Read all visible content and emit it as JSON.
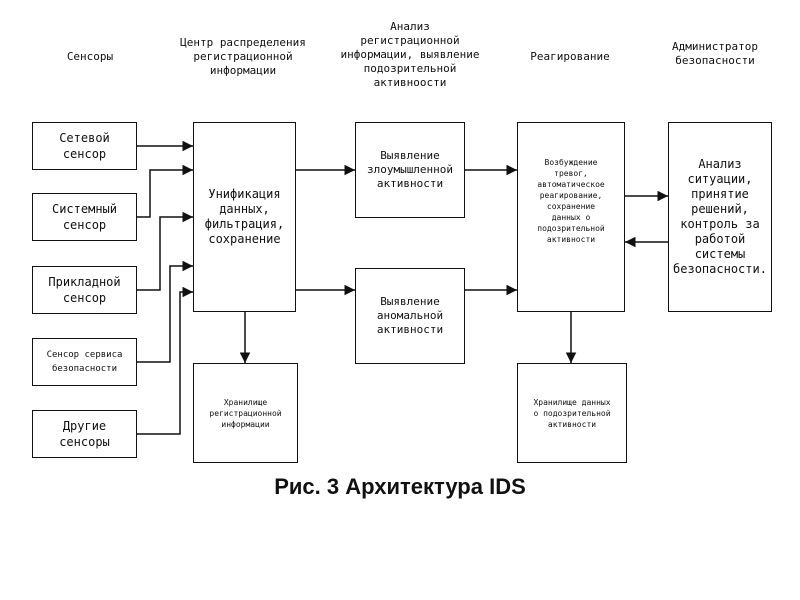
{
  "headers": {
    "sensors": "Сенсоры",
    "center": "Центр распределения\nрегистрационной\nинформации",
    "analysis": "Анализ\nрегистрационной\nинформации, выявление\nподозрительной\nактивноости",
    "reaction": "Реагирование",
    "admin": "Администратор\nбезопасности"
  },
  "sensors": [
    "Сетевой\nсенсор",
    "Системный\nсенсор",
    "Прикладной\nсенсор",
    "Сенсор сервиса\nбезопасности",
    "Другие\nсенсоры"
  ],
  "center_box": "Унификация\nданных,\nфильтрация,\nсохранение",
  "detection": {
    "malicious": "Выявление\nзлоумышленной\nактивности",
    "anomalous": "Выявление\nаномальной\nактивности"
  },
  "reaction_box": "Возбуждение\nтревог,\nавтоматическое\nреагирование,\nсохранение\nданных о\nподозрительной\nактивности",
  "storages": {
    "registration": "Хранилище\nрегистрационной\nинформации",
    "suspicious": "Хранилище данных\nо подозрительной\nактивности"
  },
  "admin_box": "Анализ\nситуации,\nпринятие\nрешений,\nконтроль за\nработой\nсистемы\nбезопасности.",
  "caption": "Рис. 3 Архитектура IDS"
}
